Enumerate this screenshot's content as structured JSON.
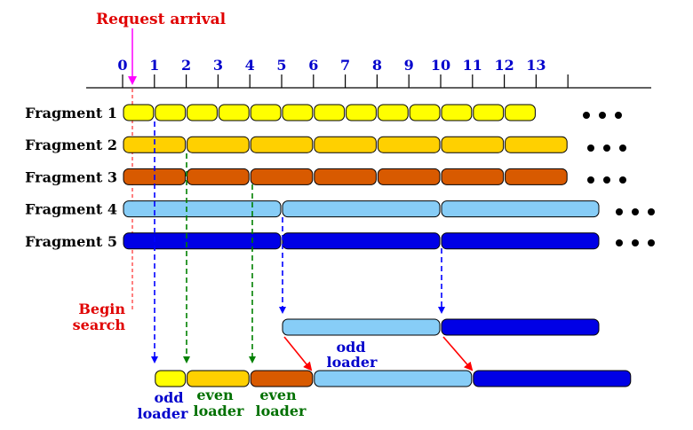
{
  "title": "Request arrival",
  "begin_search": [
    "Begin",
    "search"
  ],
  "time_ticks": [
    "0",
    "1",
    "2",
    "3",
    "4",
    "5",
    "6",
    "7",
    "8",
    "9",
    "10",
    "11",
    "12",
    "13"
  ],
  "fragments": [
    {
      "label": "Fragment 1",
      "color": "#ffff00",
      "segments": [
        [
          0,
          1
        ],
        [
          1,
          2
        ],
        [
          2,
          3
        ],
        [
          3,
          4
        ],
        [
          4,
          5
        ],
        [
          5,
          6
        ],
        [
          6,
          7
        ],
        [
          7,
          8
        ],
        [
          8,
          9
        ],
        [
          9,
          10
        ],
        [
          10,
          11
        ],
        [
          11,
          12
        ],
        [
          12,
          13
        ]
      ]
    },
    {
      "label": "Fragment 2",
      "color": "#ffd000",
      "segments": [
        [
          0,
          2
        ],
        [
          2,
          4
        ],
        [
          4,
          6
        ],
        [
          6,
          8
        ],
        [
          8,
          10
        ],
        [
          10,
          12
        ],
        [
          12,
          14
        ]
      ]
    },
    {
      "label": "Fragment 3",
      "color": "#d85a00",
      "segments": [
        [
          0,
          2
        ],
        [
          2,
          4
        ],
        [
          4,
          6
        ],
        [
          6,
          8
        ],
        [
          8,
          10
        ],
        [
          10,
          12
        ],
        [
          12,
          14
        ]
      ]
    },
    {
      "label": "Fragment 4",
      "color": "#87cdf7",
      "segments": [
        [
          0,
          5
        ],
        [
          5,
          10
        ],
        [
          10,
          15
        ]
      ]
    },
    {
      "label": "Fragment 5",
      "color": "#0000e6",
      "segments": [
        [
          0,
          5
        ],
        [
          5,
          10
        ],
        [
          10,
          15
        ]
      ]
    }
  ],
  "loader_rows": [
    {
      "segments": [
        {
          "start": 5,
          "end": 10,
          "color": "#87cdf7"
        },
        {
          "start": 10,
          "end": 15,
          "color": "#0000e6"
        }
      ]
    },
    {
      "segments": [
        {
          "start": 1,
          "end": 2,
          "color": "#ffff00"
        },
        {
          "start": 2,
          "end": 4,
          "color": "#ffd000"
        },
        {
          "start": 4,
          "end": 6,
          "color": "#d85a00"
        },
        {
          "start": 6,
          "end": 11,
          "color": "#87cdf7"
        },
        {
          "start": 11,
          "end": 16,
          "color": "#0000e6"
        }
      ]
    }
  ],
  "loader_labels": [
    {
      "lines": [
        "odd",
        "loader"
      ],
      "color": "#0000cc"
    },
    {
      "lines": [
        "even",
        "loader"
      ],
      "color": "#007000"
    },
    {
      "lines": [
        "even",
        "loader"
      ],
      "color": "#007000"
    },
    {
      "lines": [
        "odd",
        "loader"
      ],
      "color": "#0000cc"
    }
  ],
  "colors": {
    "arrival": "#ff00ff",
    "title": "#e00000",
    "ticks": "#0000cc",
    "odd": "#0000ff",
    "even": "#008000",
    "transfer": "#ff0000"
  }
}
